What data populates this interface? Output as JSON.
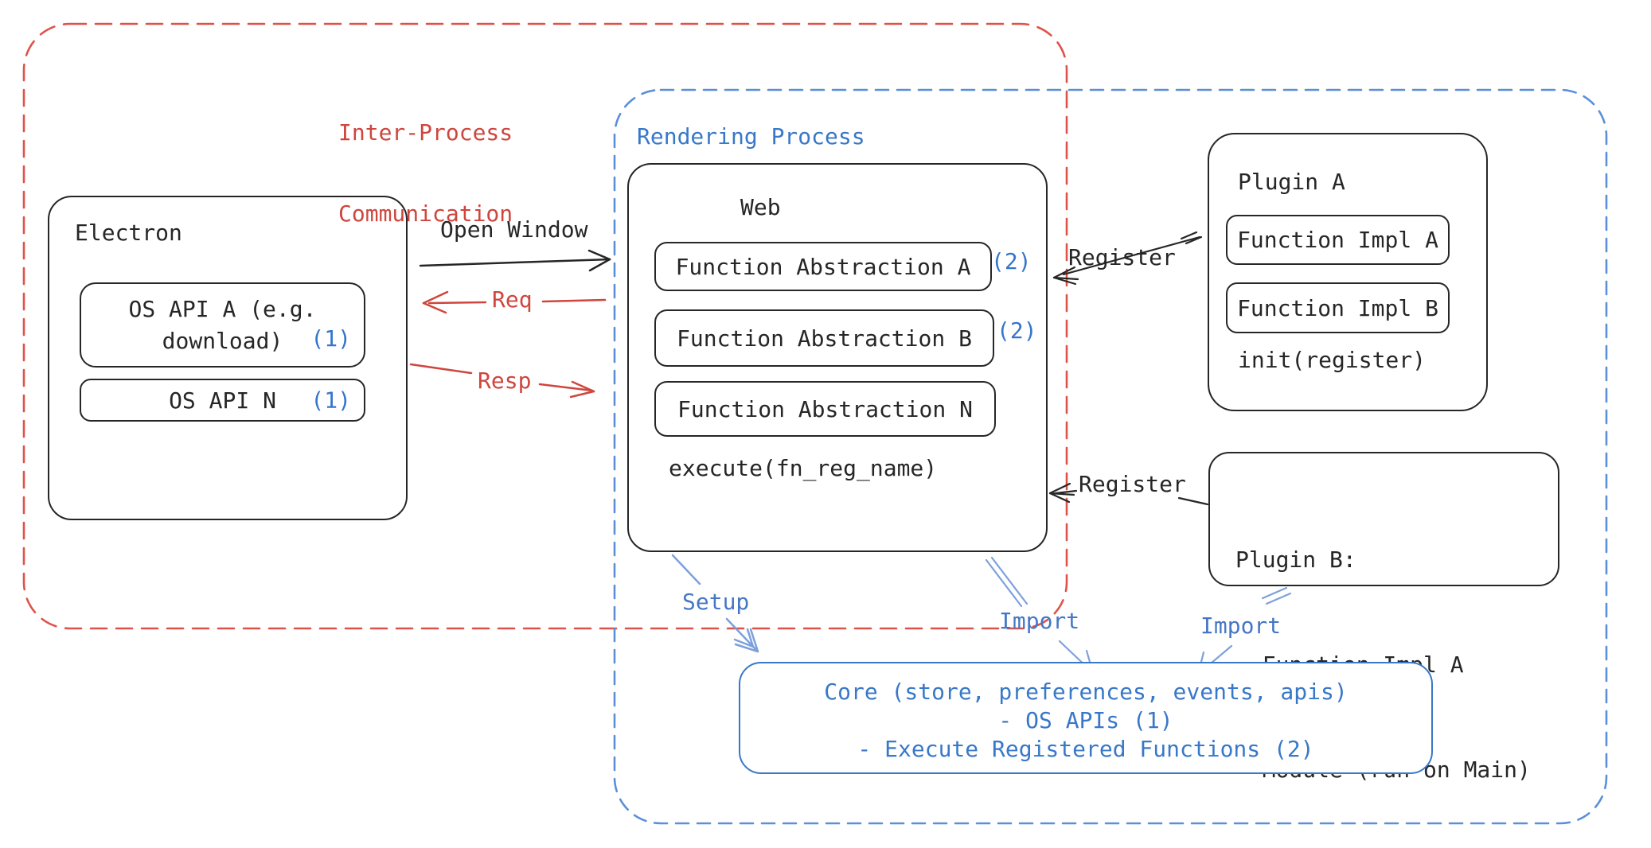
{
  "ipc_region": {
    "label_line1": "Inter-Process",
    "label_line2": "Communication"
  },
  "rendering_region": {
    "label": "Rendering Process"
  },
  "electron": {
    "title": "Electron",
    "os_api_a_line1": "OS API A (e.g.",
    "os_api_a_line2": "download)",
    "os_api_a_ref": "(1)",
    "os_api_n": "OS API N",
    "os_api_n_ref": "(1)"
  },
  "web": {
    "title": "Web",
    "fn_abstraction_a": "Function Abstraction A",
    "fn_abstraction_a_ref": "(2)",
    "fn_abstraction_b": "Function Abstraction B",
    "fn_abstraction_b_ref": "(2)",
    "fn_abstraction_n": "Function Abstraction N",
    "execute": "execute(fn_reg_name)"
  },
  "plugin_a": {
    "title": "Plugin A",
    "impl_a": "Function Impl A",
    "impl_b": "Function Impl B",
    "init": "init(register)"
  },
  "plugin_b": {
    "line1": "Plugin B:",
    "line2": "- Function Impl A",
    "line3": "- Module (run on Main)"
  },
  "core": {
    "line1": "Core (store, preferences, events, apis)",
    "line2": "- OS APIs (1)",
    "line3": "- Execute Registered Functions (2)"
  },
  "arrows": {
    "open_window": "Open Window",
    "req": "Req",
    "resp": "Resp",
    "register_top": "Register",
    "register_bottom": "Register",
    "setup": "Setup",
    "import_mid": "Import",
    "import_right": "Import"
  },
  "colors": {
    "red": "#CE463E",
    "red_dash": "#DE5349",
    "blue_text": "#3878C8",
    "blue_dash": "#5B8FD8",
    "blue_arrow": "#7DA0DC",
    "blue_label": "#4577C6",
    "blue_ref": "#3575CC",
    "ink": "#262626"
  }
}
